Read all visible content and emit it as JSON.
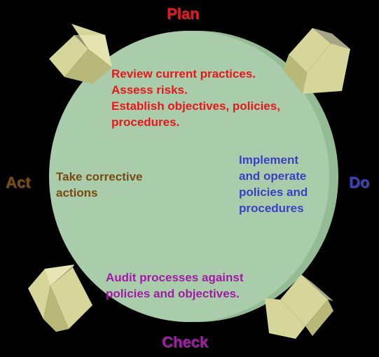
{
  "phases": {
    "plan": {
      "label": "Plan",
      "color": "#e8171c",
      "lines": [
        "Review current practices.",
        "Assess risks.",
        "Establish objectives, policies,",
        "procedures."
      ]
    },
    "do": {
      "label": "Do",
      "color": "#3a3fc6",
      "lines": [
        "Implement",
        "and operate",
        "policies and",
        "procedures"
      ]
    },
    "check": {
      "label": "Check",
      "color": "#a11ba6",
      "lines": [
        "Audit processes against",
        "policies and objectives."
      ]
    },
    "act": {
      "label": "Act",
      "color": "#7a4a12",
      "lines": [
        "Take corrective",
        "actions"
      ]
    }
  },
  "colors": {
    "background": "#000000",
    "circle_face": "#a9ccaa",
    "circle_edge": "#93bb94",
    "arrow_fill": "#d6d69a",
    "arrow_shade": "#b8b878",
    "arrow_light": "#ececc0"
  }
}
